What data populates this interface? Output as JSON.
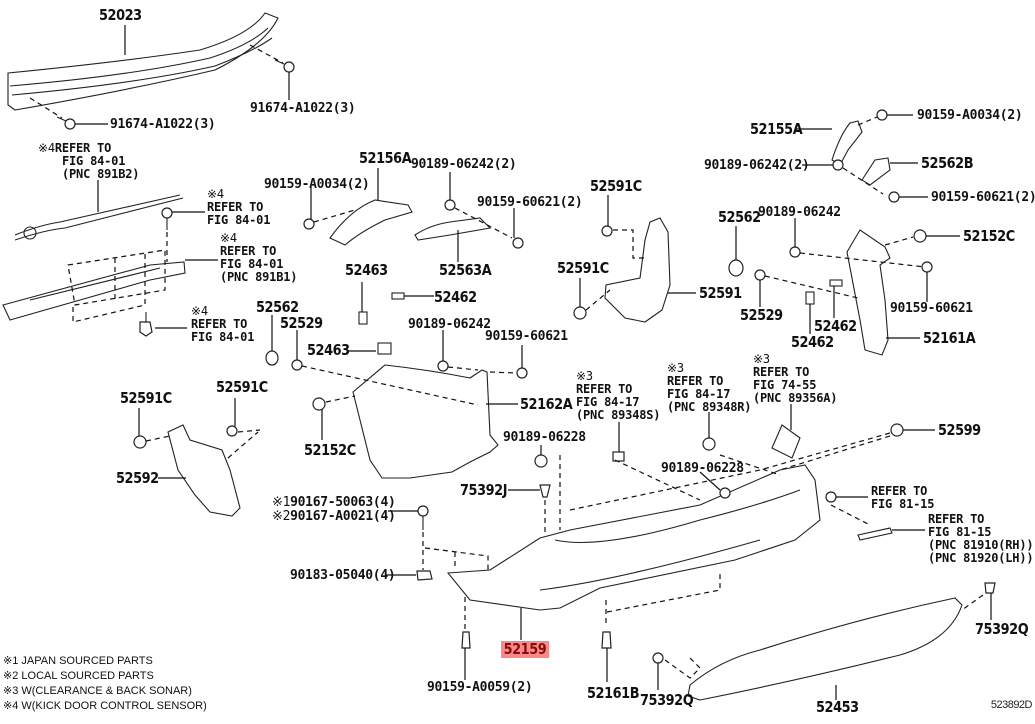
{
  "diagram": {
    "figure_id": "523892D",
    "highlighted_part": "52159",
    "highlight_color": "#f88a8a",
    "highlight_text_color": "#8a0b0b",
    "parts": {
      "p52023": "52023",
      "p91674_a": "91674-A1022(3)",
      "p91674_b": "91674-A1022(3)",
      "p52156A": "52156A",
      "p90189_06242_2_left": "90189-06242(2)",
      "p90159_A0034_2_left": "90159-A0034(2)",
      "p90159_60621_2_left": "90159-60621(2)",
      "p52563A": "52563A",
      "p52463_top": "52463",
      "p52462_top": "52462",
      "p52562_left": "52562",
      "p52529_left": "52529",
      "p52463_mid": "52463",
      "p90189_06242_mid": "90189-06242",
      "p90159_60621_mid": "90159-60621",
      "p52162A": "52162A",
      "p52152C_left": "52152C",
      "p52591C_l1": "52591C",
      "p52591C_l2": "52591C",
      "p52592": "52592",
      "p52155A": "52155A",
      "p90159_A0034_2_right": "90159-A0034(2)",
      "p90189_06242_2_right": "90189-06242(2)",
      "p52562B": "52562B",
      "p90159_60621_2_right": "90159-60621(2)",
      "p52591C_r1": "52591C",
      "p52591C_r2": "52591C",
      "p52591": "52591",
      "p52562_right": "52562",
      "p90189_06242_right": "90189-06242",
      "p52152C_right": "52152C",
      "p52529_right": "52529",
      "p52462_r1": "52462",
      "p52462_r2": "52462",
      "p90159_60621_right": "90159-60621",
      "p52161A": "52161A",
      "p52599": "52599",
      "p90189_06228_a": "90189-06228",
      "p90189_06228_b": "90189-06228",
      "p75392J": "75392J",
      "p90167_50063": "90167-50063(4)",
      "p90167_A0021": "90167-A0021(4)",
      "p90183_05040": "90183-05040(4)",
      "p52159": "52159",
      "p90159_A0059": "90159-A0059(2)",
      "p52161B": "52161B",
      "p75392Q_a": "75392Q",
      "p75392Q_b": "75392Q",
      "p52453": "52453"
    },
    "refs": {
      "r1": {
        "mark": "※4",
        "lines": [
          "REFER TO",
          "FIG 84-01",
          "(PNC 891B2)"
        ]
      },
      "r2": {
        "mark": "※4",
        "lines": [
          "REFER TO",
          "FIG 84-01"
        ]
      },
      "r3": {
        "mark": "※4",
        "lines": [
          "REFER TO",
          "FIG 84-01",
          "(PNC 891B1)"
        ]
      },
      "r4": {
        "mark": "※4",
        "lines": [
          "REFER TO",
          "FIG 84-01"
        ]
      },
      "r5": {
        "mark": "※3",
        "lines": [
          "REFER TO",
          "FIG 84-17",
          "(PNC 89348S)"
        ]
      },
      "r6": {
        "mark": "※3",
        "lines": [
          "REFER TO",
          "FIG 84-17",
          "(PNC 89348R)"
        ]
      },
      "r7": {
        "mark": "※3",
        "lines": [
          "REFER TO",
          "FIG 74-55",
          "(PNC 89356A)"
        ]
      },
      "r8": {
        "mark": "",
        "lines": [
          "REFER TO",
          "FIG 81-15"
        ]
      },
      "r9": {
        "mark": "",
        "lines": [
          "REFER TO",
          "FIG 81-15",
          "(PNC 81910(RH))",
          "(PNC 81920(LH))"
        ]
      }
    },
    "marks": {
      "m1": "※1",
      "m2": "※2"
    },
    "legend": [
      "※1 JAPAN SOURCED PARTS",
      "※2 LOCAL SOURCED PARTS",
      "※3 W(CLEARANCE & BACK SONAR)",
      "※4 W(KICK DOOR CONTROL SENSOR)"
    ]
  }
}
